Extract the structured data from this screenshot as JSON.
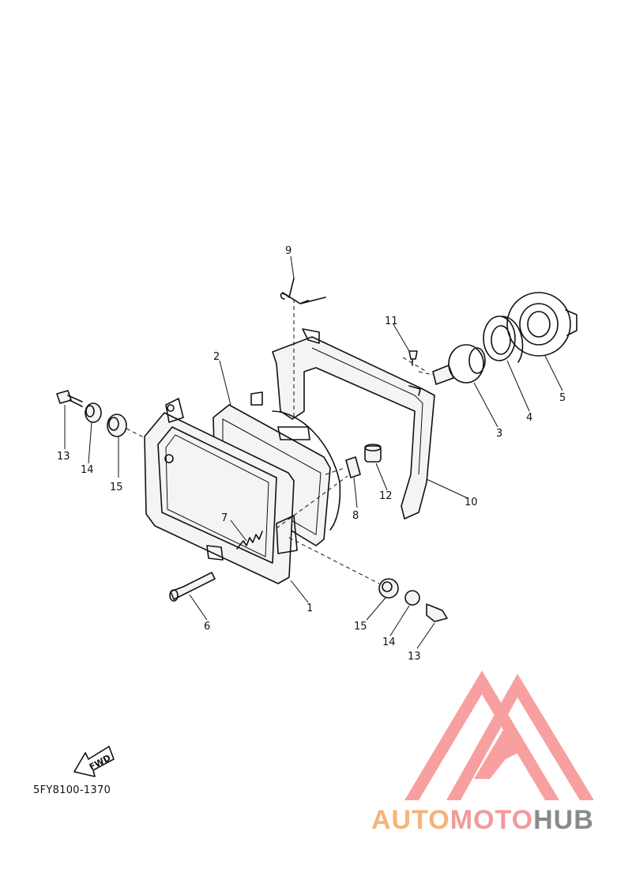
{
  "diagram_code": "5FY8100-1370",
  "fwd_label": "FWD",
  "watermark": {
    "part1": "AUTO",
    "part2": "MOTO",
    "part3": "HUB",
    "color_accent": "#f8a0a0"
  },
  "callouts": {
    "c1": "1",
    "c2": "2",
    "c3": "3",
    "c4": "4",
    "c5": "5",
    "c6": "6",
    "c7": "7",
    "c8": "8",
    "c9": "9",
    "c10": "10",
    "c11": "11",
    "c12": "12",
    "c13a": "13",
    "c13b": "13",
    "c14a": "14",
    "c14b": "14",
    "c15a": "15",
    "c15b": "15"
  }
}
